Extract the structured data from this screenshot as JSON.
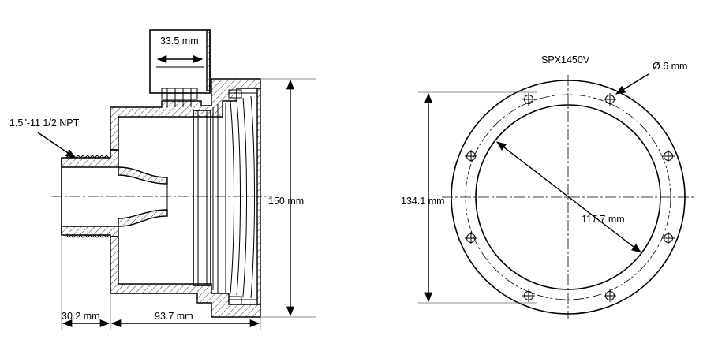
{
  "side_view": {
    "labels": {
      "thread": "1.5\"-11 1/2 NPT",
      "top_width": "33.5 mm",
      "height": "150 mm",
      "inlet_length": "30.2 mm",
      "body_length": "93.7 mm"
    }
  },
  "front_view": {
    "labels": {
      "model": "SPX1450V",
      "hole_diameter": "Ø 6 mm",
      "height": "134.1 mm",
      "inner_diameter": "117.7 mm"
    }
  },
  "colors": {
    "line": "#000000",
    "background": "#ffffff"
  }
}
